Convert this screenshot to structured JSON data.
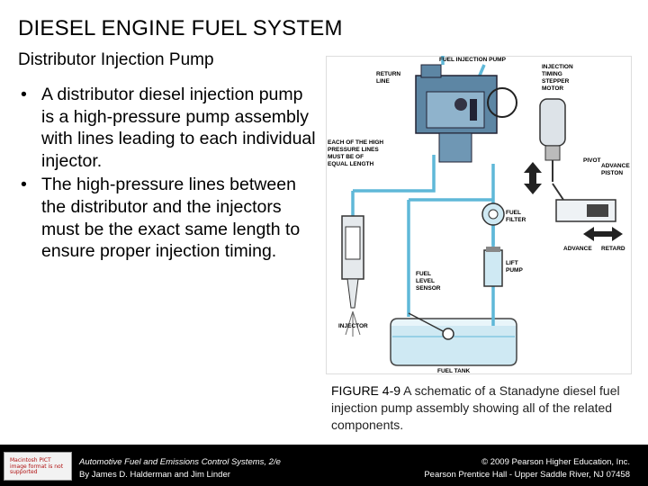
{
  "slide": {
    "title": "DIESEL ENGINE FUEL SYSTEM",
    "subtitle": "Distributor Injection Pump",
    "bullets": [
      "A distributor diesel injection pump is a high-pressure pump assembly with lines leading to each individual injector.",
      "The high-pressure lines between the distributor and the injectors must be the exact same length to ensure proper injection timing."
    ],
    "bullet_char": "•"
  },
  "figure": {
    "labels": {
      "pump": "FUEL INJECTION PUMP",
      "return1": "RETURN",
      "return2": "LINE",
      "motor1": "INJECTION",
      "motor2": "TIMING",
      "motor3": "STEPPER",
      "motor4": "MOTOR",
      "lines1": "EACH OF THE HIGH",
      "lines2": "PRESSURE LINES",
      "lines3": "MUST BE OF",
      "lines4": "EQUAL LENGTH",
      "pivot": "PIVOT",
      "advpiston1": "ADVANCE",
      "advpiston2": "PISTON",
      "filter1": "FUEL",
      "filter2": "FILTER",
      "advance": "ADVANCE",
      "retard": "RETARD",
      "lift1": "LIFT",
      "lift2": "PUMP",
      "sensor1": "FUEL",
      "sensor2": "LEVEL",
      "sensor3": "SENSOR",
      "injector": "INJECTOR",
      "tank": "FUEL TANK"
    },
    "caption_label": "FIGURE 4-9",
    "caption_text": " A schematic of a Stanadyne diesel fuel injection pump assembly showing all of the related components."
  },
  "footer": {
    "badge": "Macintosh PICT image format is not supported",
    "book": "Automotive Fuel and Emissions Control Systems, 2/e",
    "authors": "By James D. Halderman and Jim Linder",
    "copyright": "© 2009 Pearson Higher Education, Inc.",
    "publisher": "Pearson Prentice Hall - Upper Saddle River, NJ 07458"
  },
  "colors": {
    "fuel_line": "#5fb8d8",
    "tank_fill": "#cfe9f3",
    "footer_bg": "#000000",
    "badge_text": "#b01010"
  }
}
